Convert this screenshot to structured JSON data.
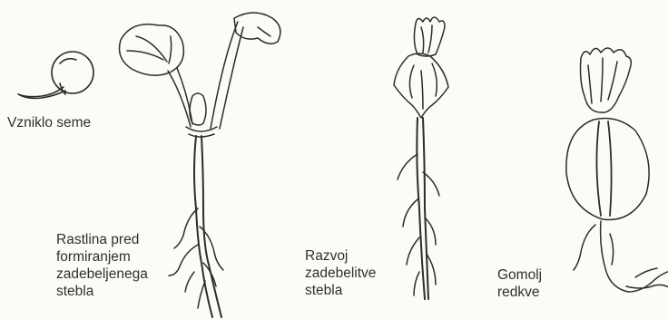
{
  "labels": {
    "seed": "Vzniklo seme",
    "plant": "Rastlina pred\nformiranjem\nzadebeljenega\nstebla",
    "development": "Razvoj\nzadebelitve\nstebla",
    "tuber": "Gomolj\nredkve"
  },
  "colors": {
    "ink": "#2c2c2c",
    "background": "#fbfbf8"
  }
}
